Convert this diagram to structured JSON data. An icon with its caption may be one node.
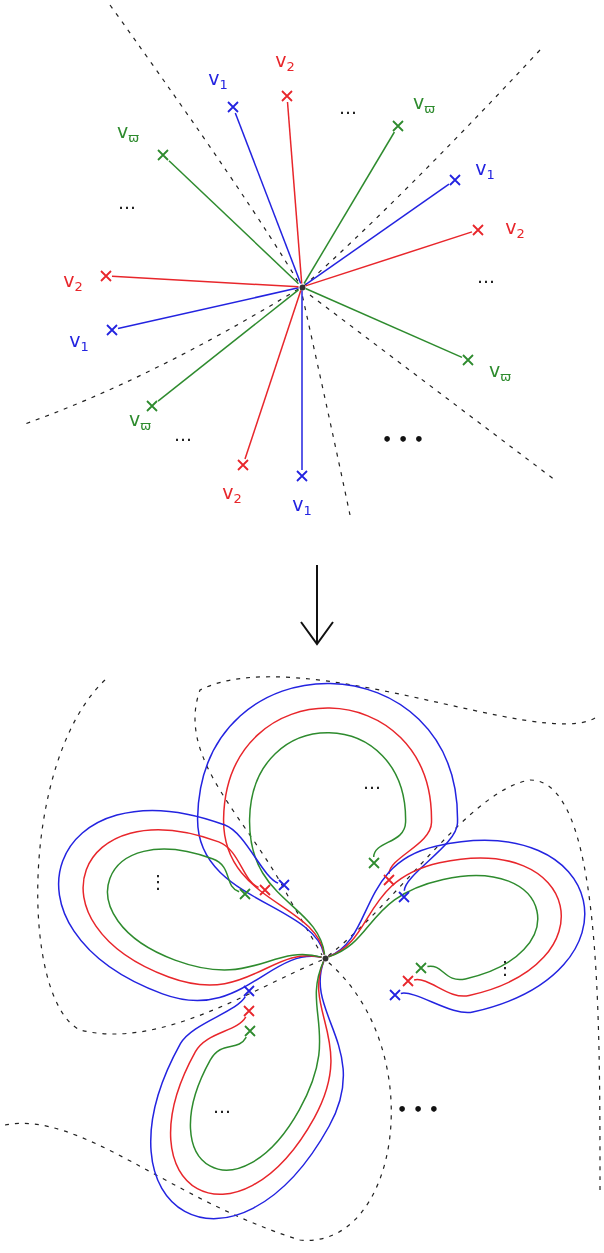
{
  "diagram": {
    "nodes": [
      {
        "text": [],
        "shape": "circle"
      },
      {
        "text": [],
        "shape": "cross",
        "beside": [
          "v$_{ϖ}$"
        ]
      },
      {
        "text": [],
        "shape": "cross",
        "beside": [
          "v$_{1}$"
        ]
      },
      {
        "text": [],
        "shape": "cross",
        "beside": [
          "v$_{2}$"
        ]
      },
      {
        "text": [],
        "shape": "cross",
        "beside": [
          "v$_{ϖ}$"
        ]
      },
      {
        "text": [],
        "shape": "cross",
        "beside": [
          "v$_{1}$"
        ]
      },
      {
        "text": [],
        "shape": "cross",
        "beside": [
          "v$_{2}$"
        ]
      },
      {
        "text": [],
        "shape": "cross",
        "beside": [
          "v$_{ϖ}$"
        ]
      },
      {
        "text": [],
        "shape": "cross",
        "beside": [
          "v$_{1}$"
        ]
      },
      {
        "text": [],
        "shape": "cross",
        "beside": [
          "v$_{2}$"
        ]
      },
      {
        "text": [],
        "shape": "cross",
        "beside": [
          "v$_{ϖ}$"
        ]
      },
      {
        "text": [],
        "shape": "cross",
        "beside": [
          "v$_{1}$"
        ]
      },
      {
        "text": [],
        "shape": "cross",
        "beside": [
          "v$_{2}$"
        ]
      },
      {
        "text": [],
        "shape": "circle"
      },
      {
        "text": [],
        "shape": "cross"
      },
      {
        "text": [],
        "shape": "cross"
      },
      {
        "text": [],
        "shape": "cross"
      },
      {
        "text": [],
        "shape": "cross"
      },
      {
        "text": [],
        "shape": "cross"
      },
      {
        "text": [],
        "shape": "cross"
      },
      {
        "text": [],
        "shape": "cross"
      },
      {
        "text": [],
        "shape": "cross"
      },
      {
        "text": [],
        "shape": "cross"
      },
      {
        "text": [],
        "shape": "cross"
      },
      {
        "text": [],
        "shape": "cross"
      },
      {
        "text": [],
        "shape": "cross"
      }
    ],
    "edges": [
      {
        "from": 0,
        "to": 1,
        "arrow": "none",
        "color": "#2e8b2e"
      },
      {
        "from": 0,
        "to": 2,
        "arrow": "none",
        "color": "#2323e0"
      },
      {
        "from": 0,
        "to": 3,
        "arrow": "none",
        "color": "#e8262b"
      },
      {
        "from": 0,
        "to": 4,
        "arrow": "none",
        "color": "#2e8b2e"
      },
      {
        "from": 0,
        "to": 5,
        "arrow": "none",
        "color": "#2323e0"
      },
      {
        "from": 0,
        "to": 6,
        "arrow": "none",
        "color": "#e8262b"
      },
      {
        "from": 0,
        "to": 7,
        "arrow": "none",
        "color": "#2e8b2e"
      },
      {
        "from": 0,
        "to": 8,
        "arrow": "none",
        "color": "#2323e0"
      },
      {
        "from": 0,
        "to": 9,
        "arrow": "none",
        "color": "#e8262b"
      },
      {
        "from": 0,
        "to": 10,
        "arrow": "none",
        "color": "#2e8b2e"
      },
      {
        "from": 0,
        "to": 11,
        "arrow": "none",
        "color": "#2323e0"
      },
      {
        "from": 0,
        "to": 12,
        "arrow": "none",
        "color": "#e8262b"
      },
      {
        "from": 13,
        "to": 14,
        "arrow": "none",
        "color": "#2323e0"
      },
      {
        "from": 13,
        "to": 15,
        "arrow": "none",
        "color": "#e8262b"
      },
      {
        "from": 13,
        "to": 16,
        "arrow": "none",
        "color": "#2e8b2e"
      },
      {
        "from": 13,
        "to": 17,
        "arrow": "none",
        "color": "#2323e0"
      },
      {
        "from": 13,
        "to": 18,
        "arrow": "none",
        "color": "#e8262b"
      },
      {
        "from": 13,
        "to": 19,
        "arrow": "none",
        "color": "#2e8b2e"
      },
      {
        "from": 13,
        "to": 20,
        "arrow": "none",
        "color": "#2323e0"
      },
      {
        "from": 13,
        "to": 21,
        "arrow": "none",
        "color": "#e8262b"
      },
      {
        "from": 13,
        "to": 22,
        "arrow": "none",
        "color": "#2e8b2e"
      },
      {
        "from": 13,
        "to": 23,
        "arrow": "none",
        "color": "#2323e0"
      },
      {
        "from": 13,
        "to": 24,
        "arrow": "none",
        "color": "#e8262b"
      },
      {
        "from": 13,
        "to": 25,
        "arrow": "none",
        "color": "#2e8b2e"
      }
    ],
    "labels": [
      "…",
      "…",
      "…",
      "…",
      "• • •",
      "…",
      "⋮",
      "⋮",
      "…",
      "• • •"
    ]
  }
}
